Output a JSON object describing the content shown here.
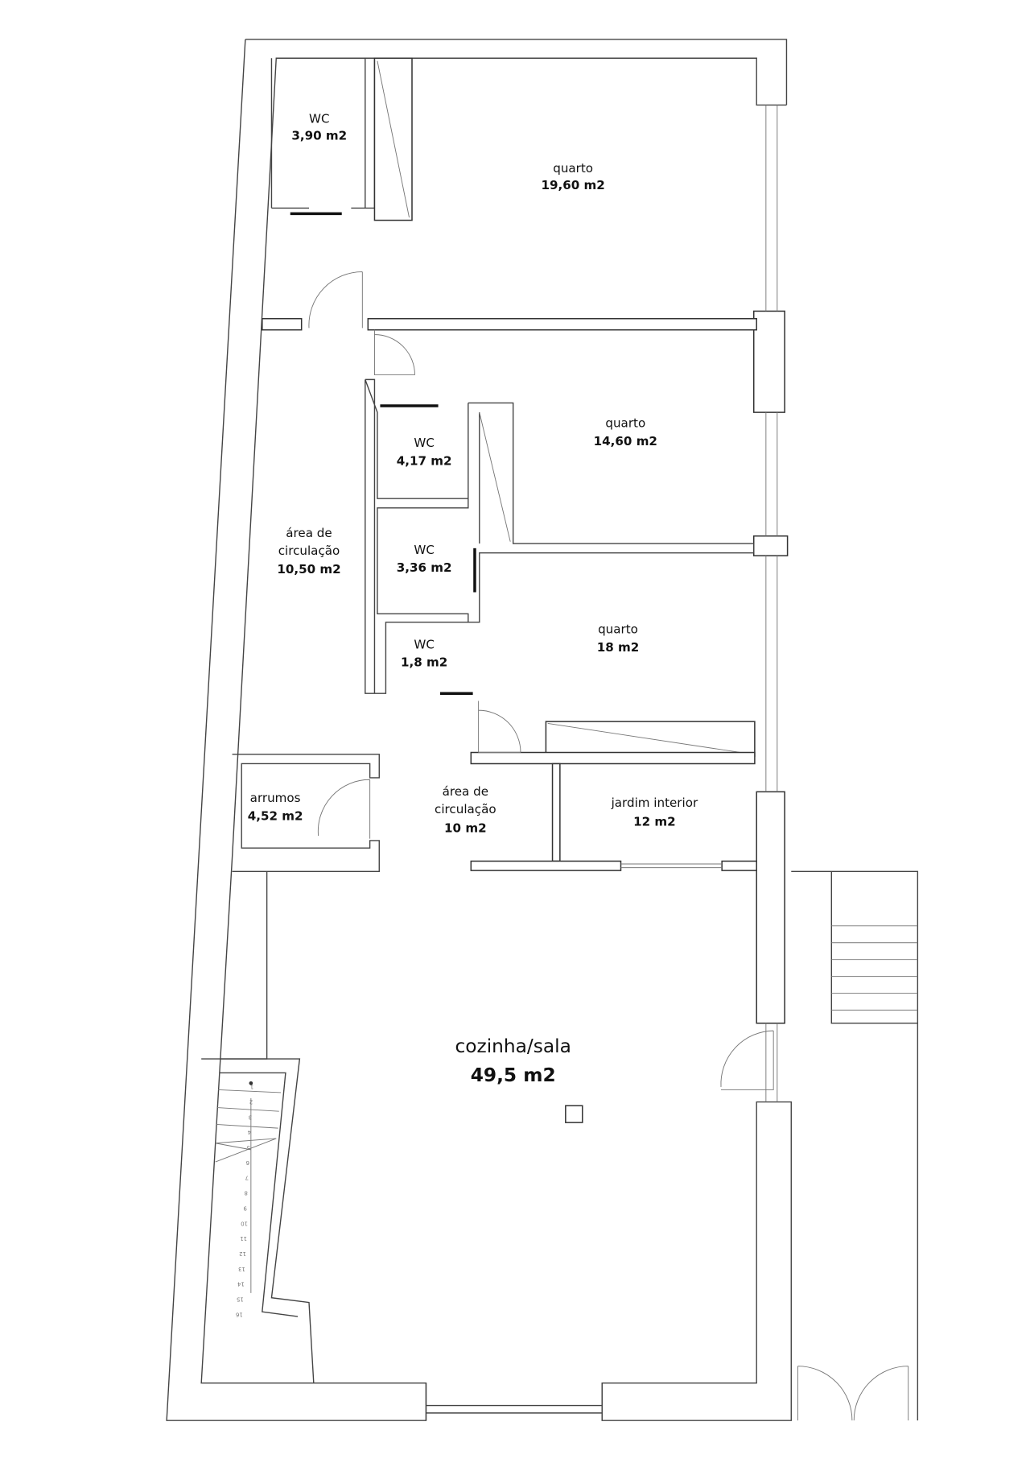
{
  "rooms": {
    "wc1": {
      "name": "WC",
      "area": "3,90 m2"
    },
    "quarto1": {
      "name": "quarto",
      "area": "19,60 m2"
    },
    "quarto2": {
      "name": "quarto",
      "area": "14,60 m2"
    },
    "wc2": {
      "name": "WC",
      "area": "4,17 m2"
    },
    "wc3": {
      "name": "WC",
      "area": "3,36 m2"
    },
    "wc4": {
      "name": "WC",
      "area": "1,8 m2"
    },
    "quarto3": {
      "name": "quarto",
      "area": "18 m2"
    },
    "circ1": {
      "name1": "área de",
      "name2": "circulação",
      "area": "10,50 m2"
    },
    "arrumos": {
      "name": "arrumos",
      "area": "4,52 m2"
    },
    "circ2": {
      "name1": "área de",
      "name2": "circulação",
      "area": "10 m2"
    },
    "jardim": {
      "name": "jardim interior",
      "area": "12 m2"
    },
    "sala": {
      "name": "cozinha/sala",
      "area": "49,5 m2"
    }
  },
  "stair_steps": [
    "1",
    "2",
    "3",
    "4",
    "5",
    "6",
    "7",
    "8",
    "9",
    "10",
    "11",
    "12",
    "13",
    "14",
    "15",
    "16"
  ]
}
